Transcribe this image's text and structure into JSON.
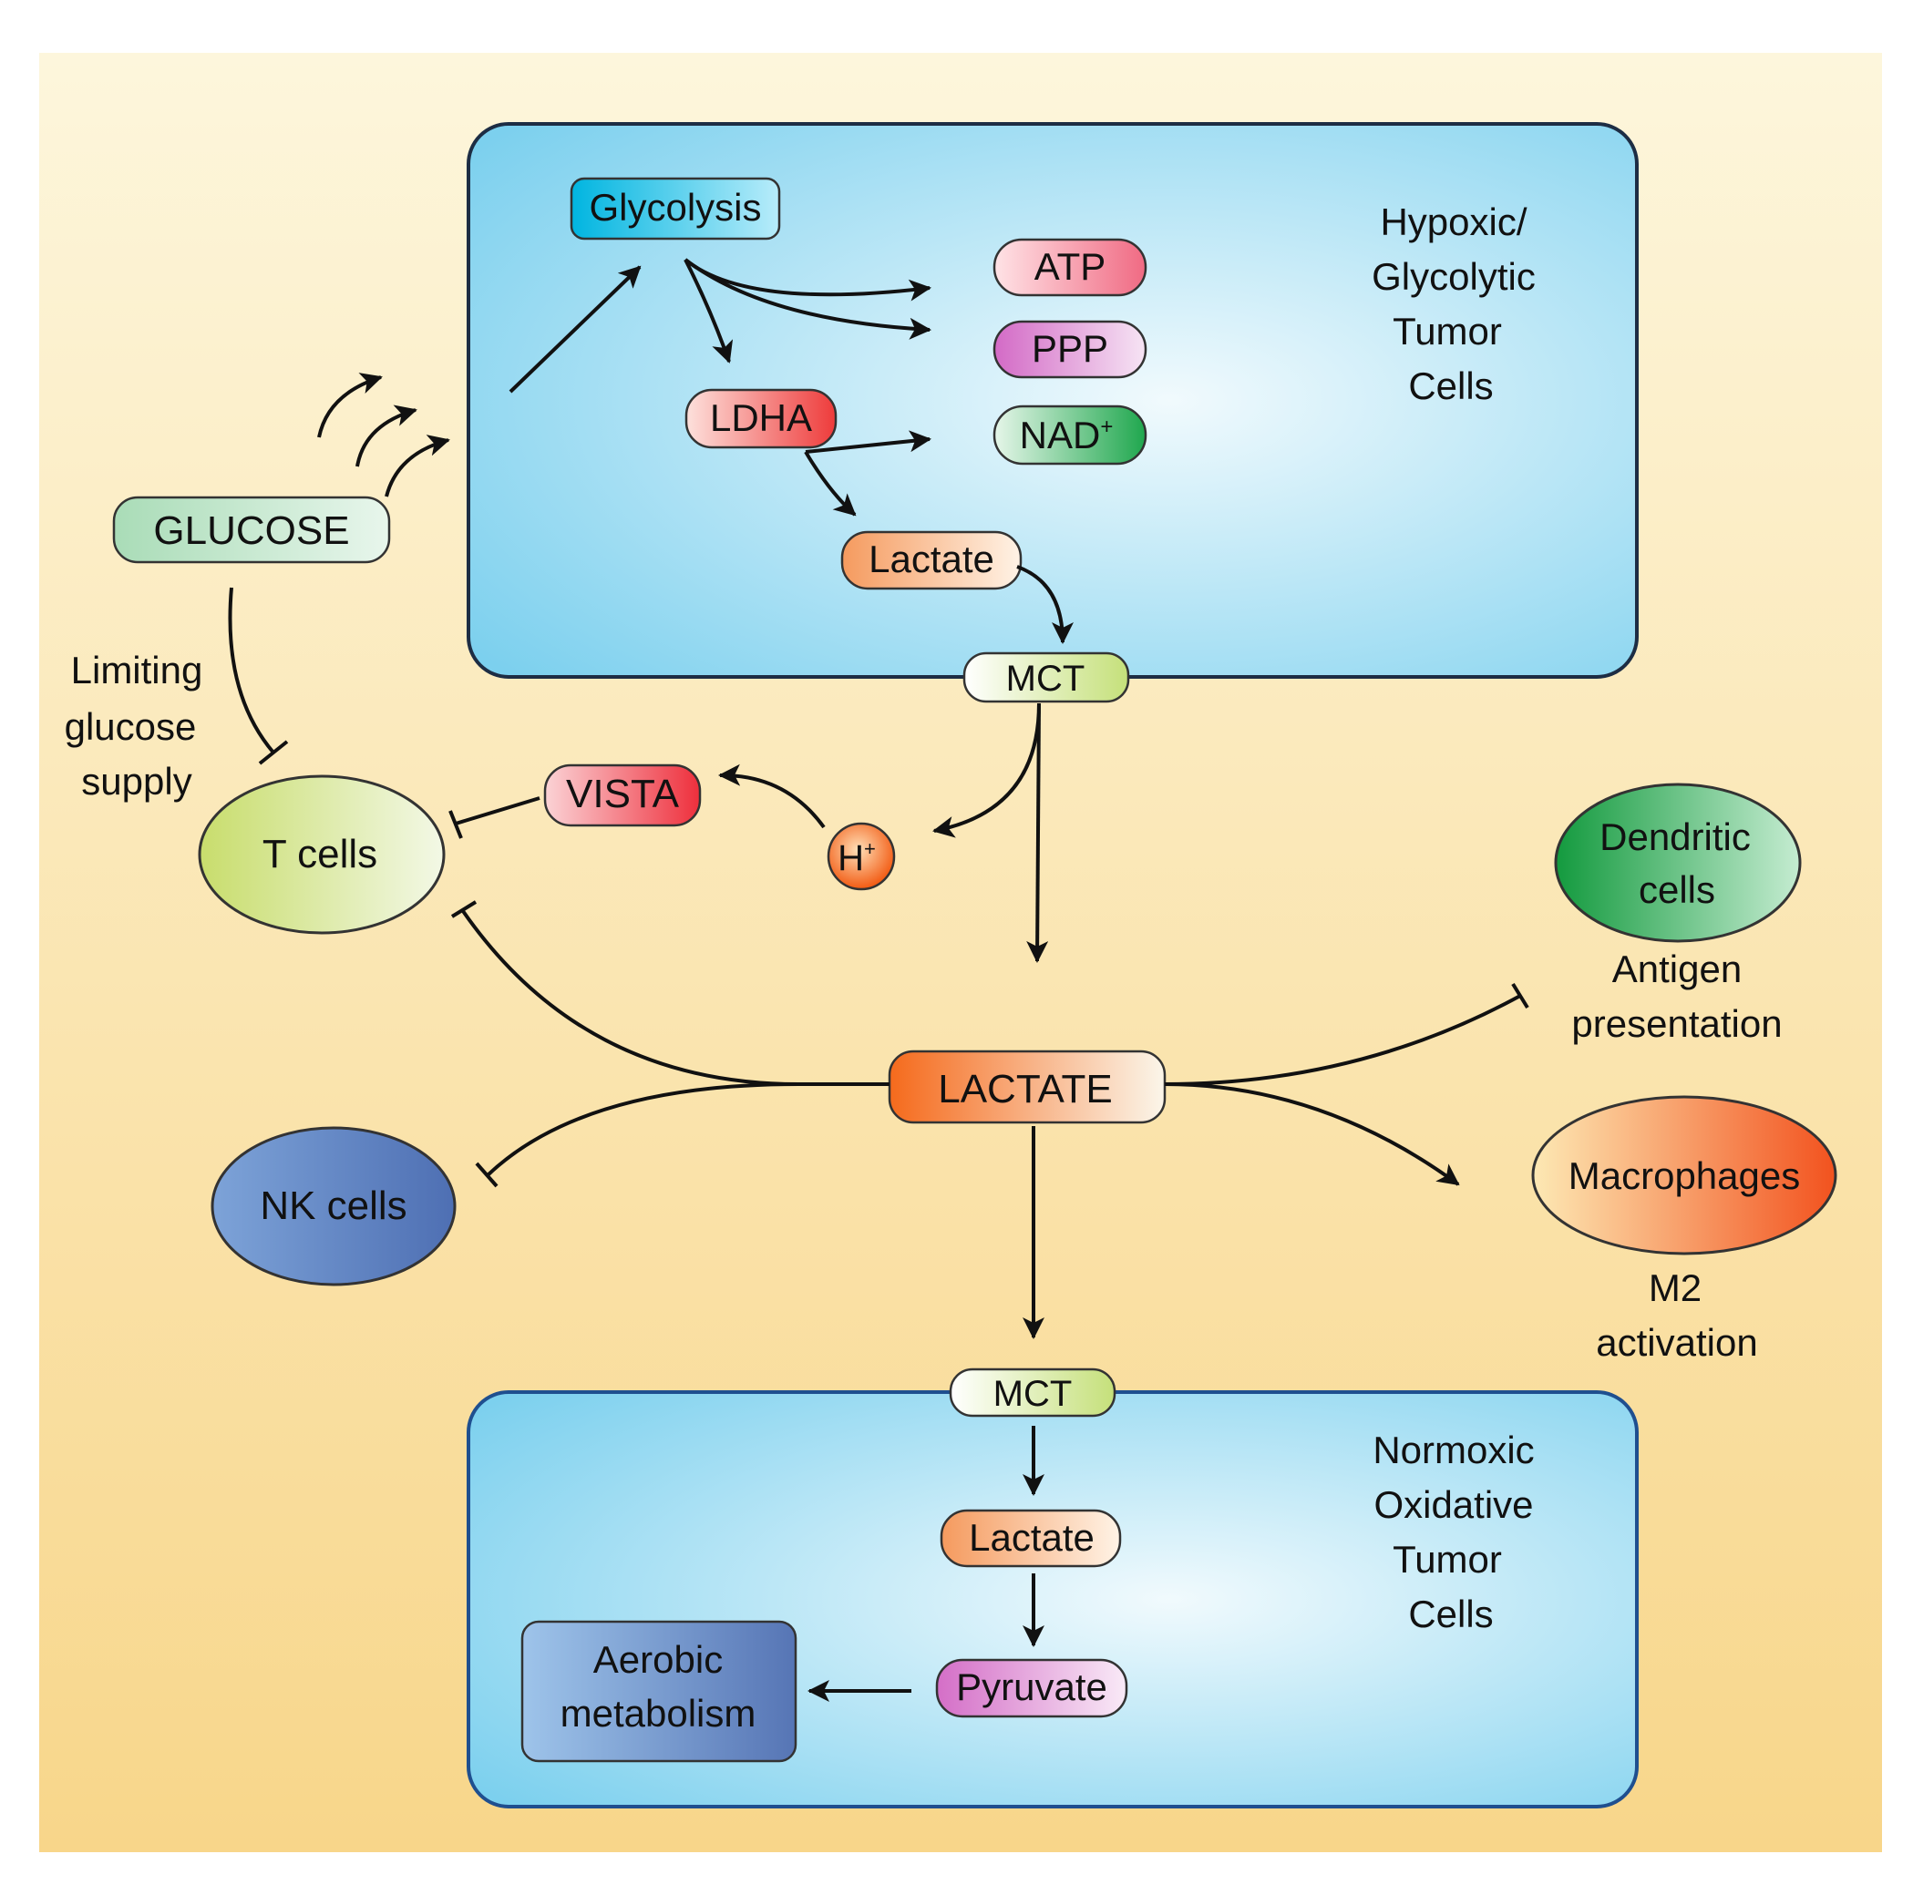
{
  "hypoxic_cell": {
    "title_lines": [
      "Hypoxic/",
      "Glycolytic",
      "Tumor",
      "Cells"
    ],
    "glycolysis": "Glycolysis",
    "atp": "ATP",
    "ppp": "PPP",
    "ldha": "LDHA",
    "nad": "NAD",
    "nad_superscript": "+",
    "lactate": "Lactate",
    "mct": "MCT"
  },
  "glucose": "GLUCOSE",
  "limiting_glucose_supply_lines": [
    "Limiting",
    "glucose",
    "supply"
  ],
  "t_cells": "T cells",
  "vista": "VISTA",
  "proton": "H",
  "proton_superscript": "+",
  "lactate_center": "LACTATE",
  "nk_cells": "NK cells",
  "dendritic_cells_lines": [
    "Dendritic",
    "cells"
  ],
  "antigen_presentation_lines": [
    "Antigen",
    "presentation"
  ],
  "macrophages": "Macrophages",
  "m2_activation_lines": [
    "M2",
    "activation"
  ],
  "normoxic_cell": {
    "title_lines": [
      "Normoxic",
      "Oxidative",
      "Tumor",
      "Cells"
    ],
    "mct": "MCT",
    "lactate": "Lactate",
    "pyruvate": "Pyruvate",
    "aerobic_metabolism_lines": [
      "Aerobic",
      "metabolism"
    ]
  },
  "colors": {
    "background_top": "#fdf6dc",
    "background_bottom": "#f9d98e",
    "cell_fill_light": "#e9f6fb",
    "cell_fill_dark": "#7fd3ef",
    "cell_border": "#1d2d44",
    "arrow": "#111111"
  }
}
